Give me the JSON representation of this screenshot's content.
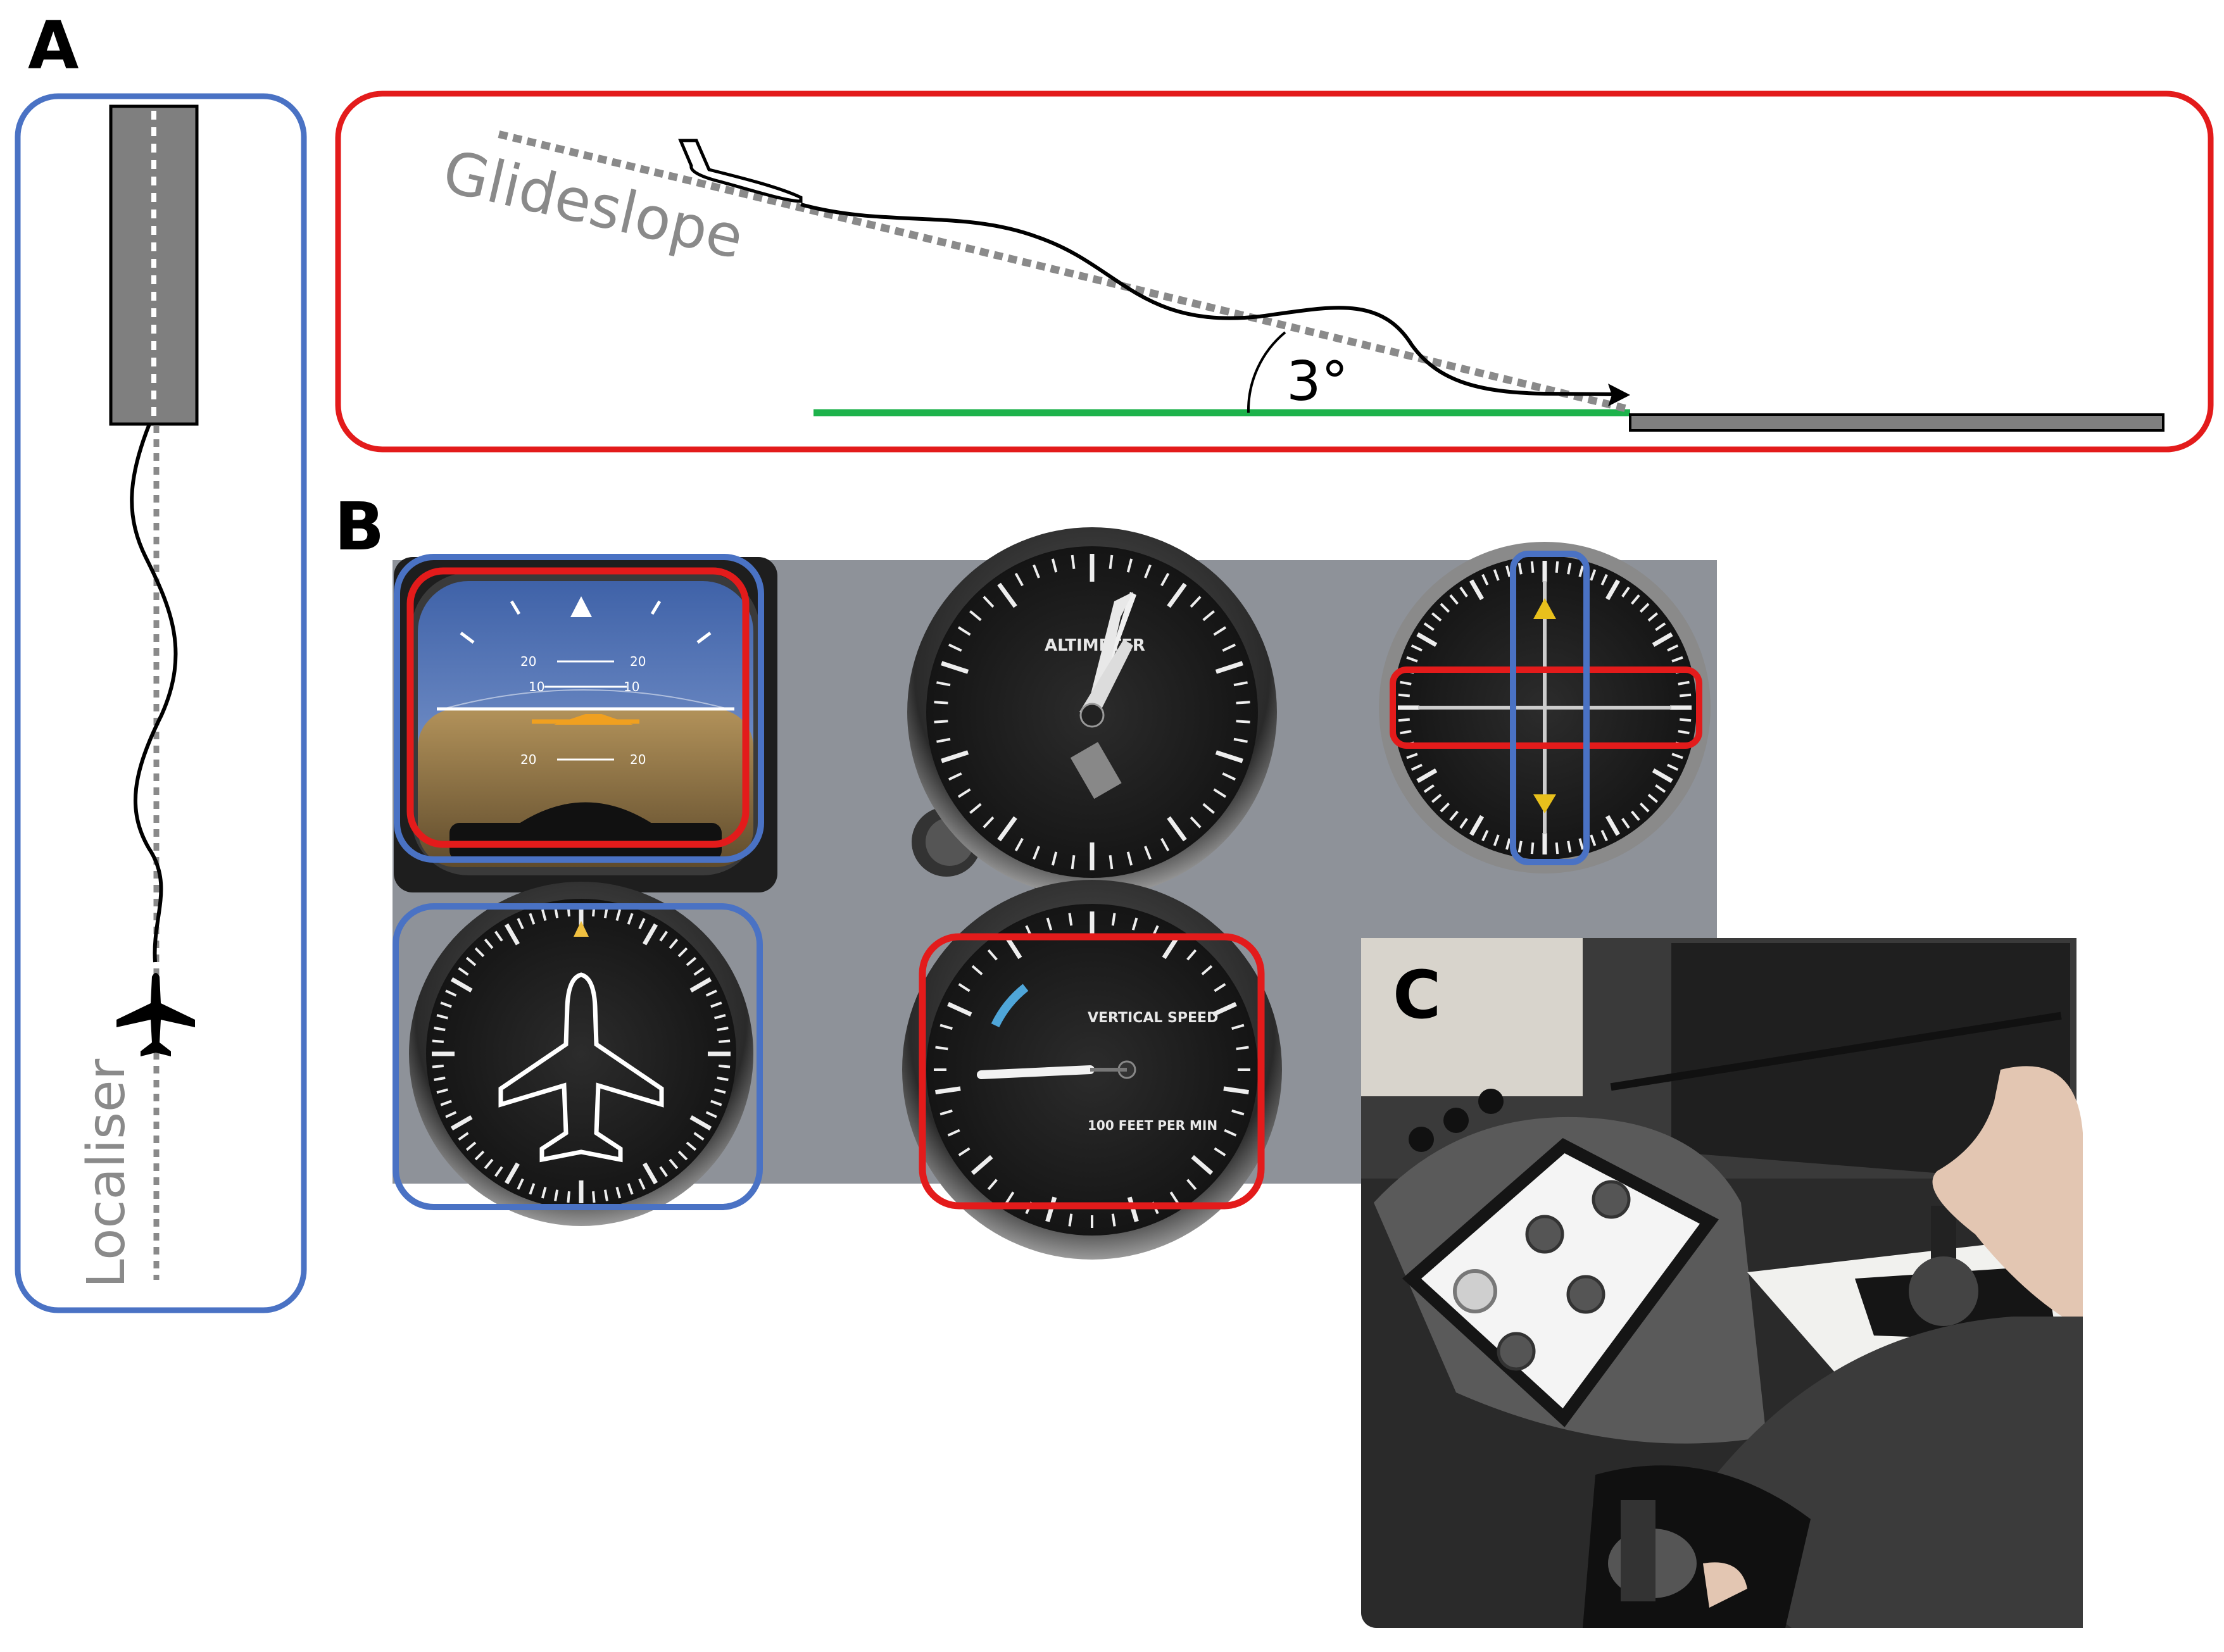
{
  "panels": {
    "a": "A",
    "b": "B",
    "c": "C"
  },
  "labels": {
    "localiser": "Localiser",
    "glideslope": "Glideslope",
    "angle": "3°"
  },
  "instruments": {
    "altimeter_label": "ALTIMETER",
    "vsi_label": "VERTICAL SPEED",
    "vsi_sub": "100 FEET PER MIN"
  },
  "colors": {
    "blue_box": "#4a72c4",
    "red_box": "#e31b1b",
    "green_ground": "#1db24b",
    "runway": "#808080",
    "panel_bg": "#8e9299"
  }
}
